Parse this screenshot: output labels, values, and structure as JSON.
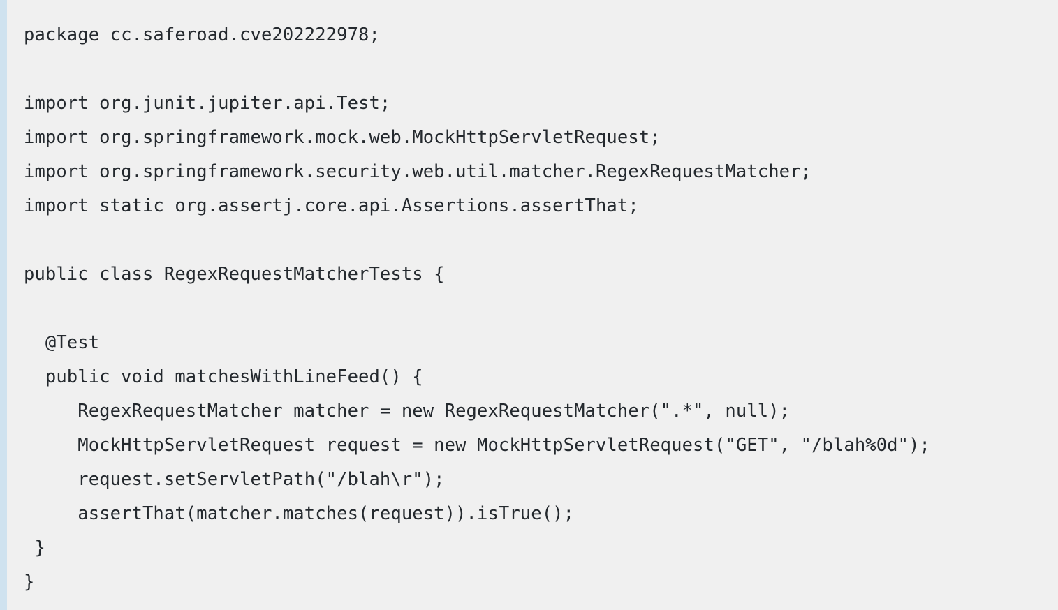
{
  "code_block": {
    "language": "java",
    "accent_bar_color": "#cfe2ef",
    "background_color": "#f0f0f0",
    "text_color": "#24292e",
    "package": "cc.saferoad.cve202222978",
    "class_name": "RegexRequestMatcherTests",
    "test_method": "matchesWithLineFeed",
    "imports": [
      "org.junit.jupiter.api.Test",
      "org.springframework.mock.web.MockHttpServletRequest",
      "org.springframework.security.web.util.matcher.RegexRequestMatcher",
      "static org.assertj.core.api.Assertions.assertThat"
    ],
    "lines": [
      "package cc.saferoad.cve202222978;",
      "",
      "import org.junit.jupiter.api.Test;",
      "import org.springframework.mock.web.MockHttpServletRequest;",
      "import org.springframework.security.web.util.matcher.RegexRequestMatcher;",
      "import static org.assertj.core.api.Assertions.assertThat;",
      "",
      "public class RegexRequestMatcherTests {",
      "",
      "  @Test",
      "  public void matchesWithLineFeed() {",
      "     RegexRequestMatcher matcher = new RegexRequestMatcher(\".*\", null);",
      "     MockHttpServletRequest request = new MockHttpServletRequest(\"GET\", \"/blah%0d\");",
      "     request.setServletPath(\"/blah\\r\");",
      "     assertThat(matcher.matches(request)).isTrue();",
      " }",
      "}"
    ]
  }
}
